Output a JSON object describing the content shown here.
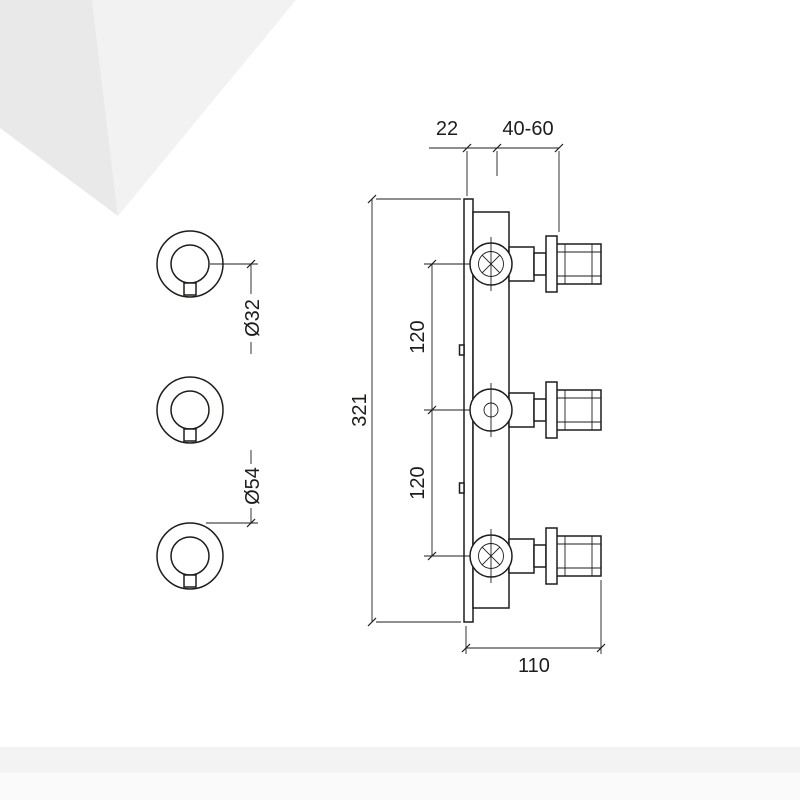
{
  "colors": {
    "line": "#1d1d1b",
    "background": "#ffffff",
    "watermark_dark": "#e9e9e9",
    "watermark_light": "#f2f2f2",
    "footer_band": "#f3f3f3",
    "footer_band_light": "#fafafa"
  },
  "drawing": {
    "dim_plate_offset": "22",
    "dim_mounting_depth": "40-60",
    "dim_handle_hub_diameter": "Ø32",
    "dim_handle_diameter": "Ø54",
    "dim_valve_spacing_upper": "120",
    "dim_valve_spacing_lower": "120",
    "dim_overall_height": "321",
    "dim_overall_width": "110"
  }
}
